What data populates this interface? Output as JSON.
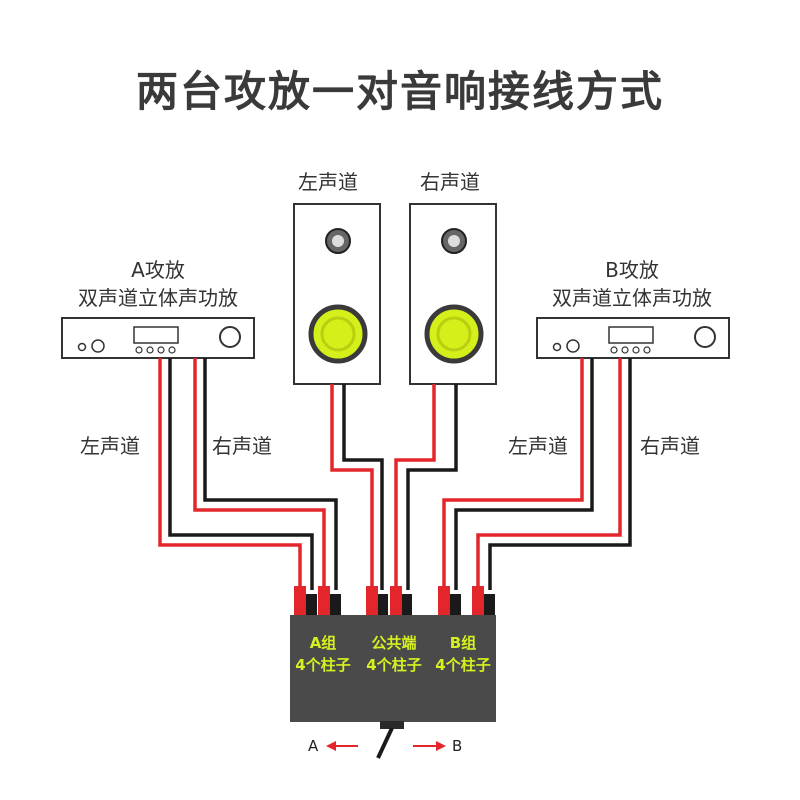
{
  "title": "两台攻放一对音响接线方式",
  "speakers": {
    "left_label": "左声道",
    "right_label": "右声道"
  },
  "amp_a": {
    "line1": "A攻放",
    "line2": "双声道立体声功放"
  },
  "amp_b": {
    "line1": "B攻放",
    "line2": "双声道立体声功放"
  },
  "wire_labels": {
    "a_left": "左声道",
    "a_right": "右声道",
    "b_left": "左声道",
    "b_right": "右声道"
  },
  "switch_box": {
    "group_a": {
      "line1": "A组",
      "line2": "4个柱子"
    },
    "common": {
      "line1": "公共端",
      "line2": "4个柱子"
    },
    "group_b": {
      "line1": "B组",
      "line2": "4个柱子"
    }
  },
  "switch_arrows": {
    "left": "A",
    "right": "B"
  },
  "colors": {
    "wire_red": "#e3262b",
    "wire_black": "#1a1a1a",
    "box": "#4a4a4a",
    "box_text": "#d6f020",
    "woofer": "#d4ef1a"
  }
}
